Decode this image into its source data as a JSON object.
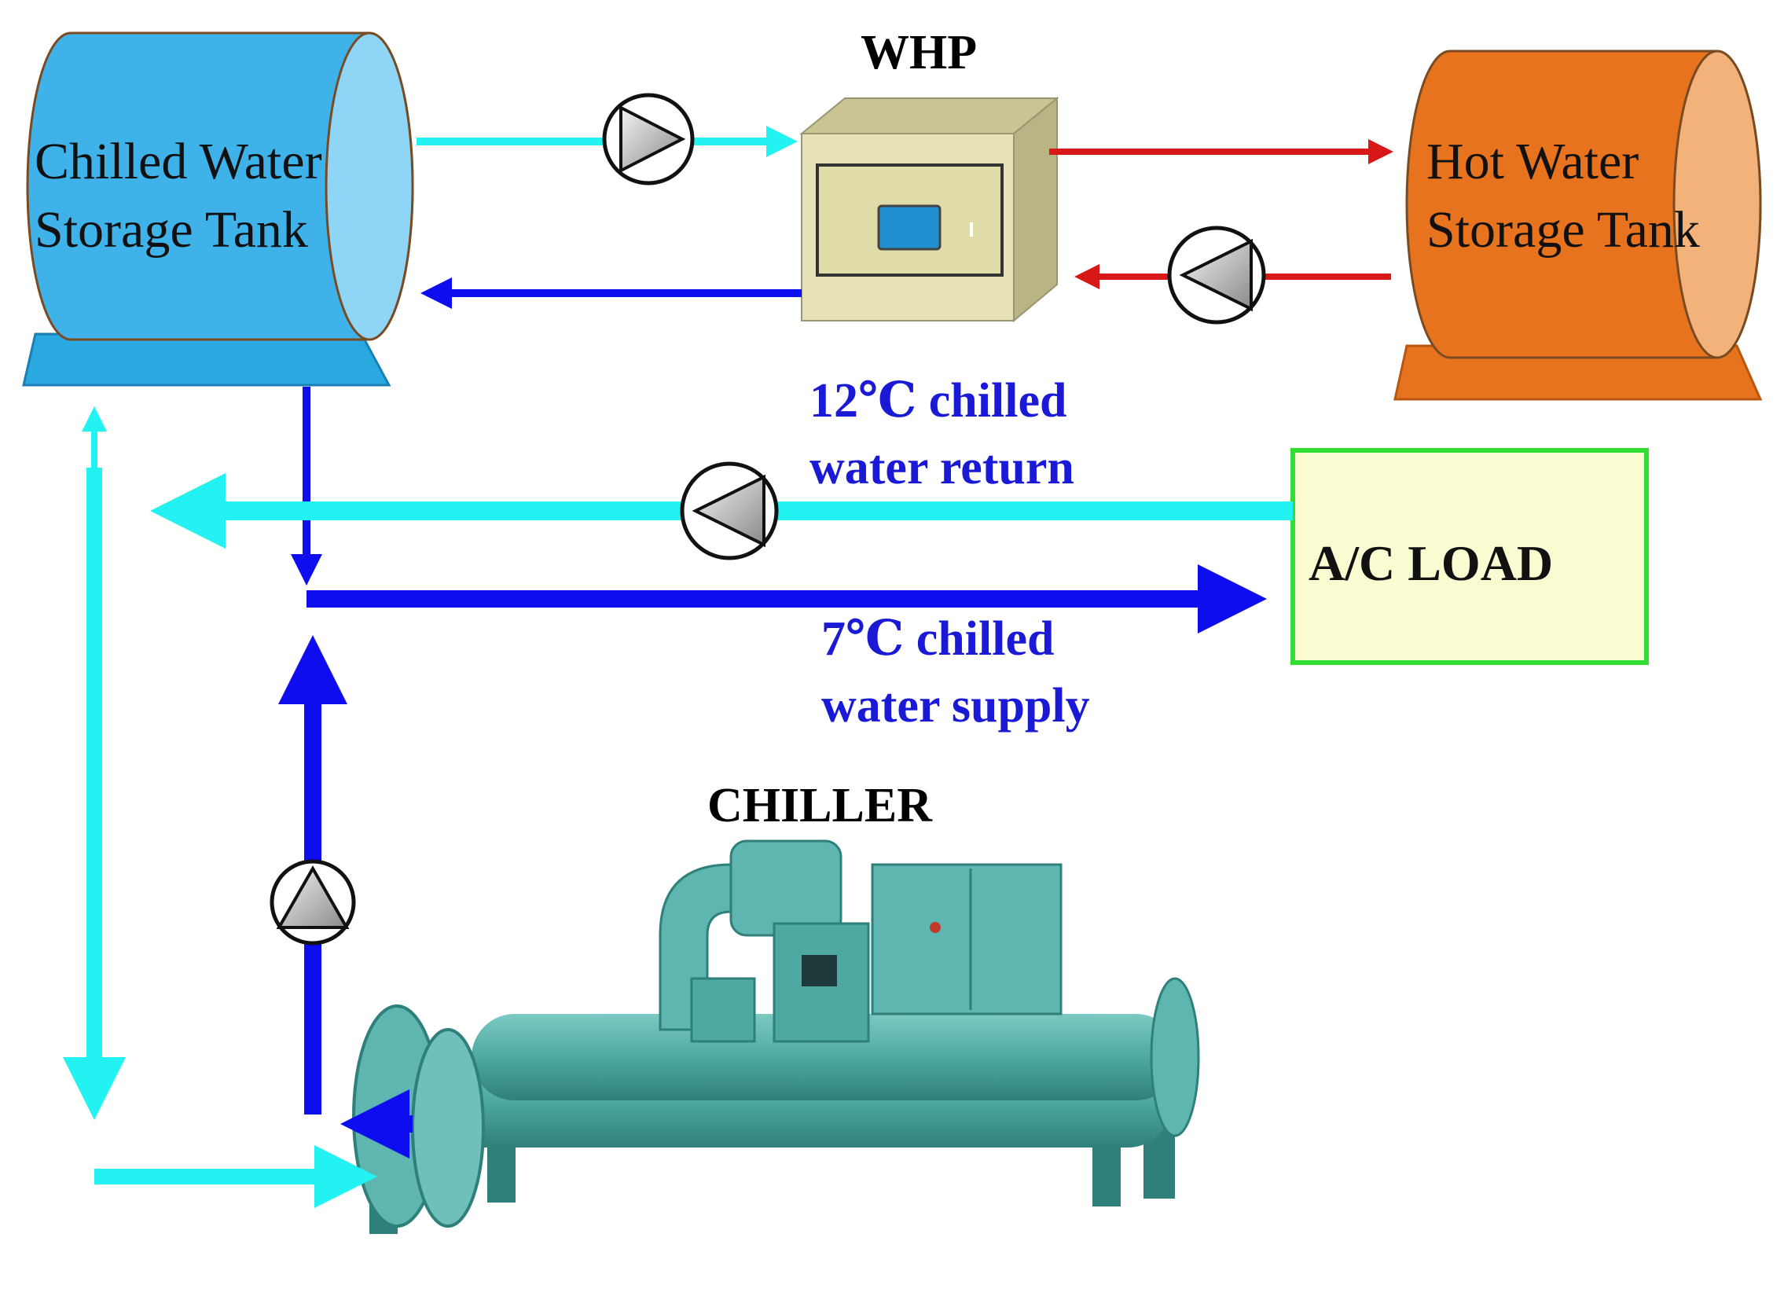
{
  "labels": {
    "chilled_tank_line1": "Chilled Water",
    "chilled_tank_line2": "Storage Tank",
    "hot_tank_line1": "Hot Water",
    "hot_tank_line2": "Storage Tank",
    "whp": "WHP",
    "chiller": "CHILLER",
    "ac_load": "A/C  LOAD",
    "return_line1": "12℃ chilled",
    "return_line2": "water return",
    "supply_line1": "7℃ chilled",
    "supply_line2": "water supply"
  },
  "colors": {
    "chilled_tank": "#3fb2ea",
    "hot_tank": "#e8731e",
    "return_water": "#22f2f2",
    "supply_water": "#0d0df0",
    "hot_water": "#d81818",
    "whp_box": "#e6e2b6",
    "load_box": "#fbfbd2",
    "load_border": "#33dd33",
    "chiller_body": "#4fa9a3",
    "temp_text": "#1a1ad6"
  }
}
